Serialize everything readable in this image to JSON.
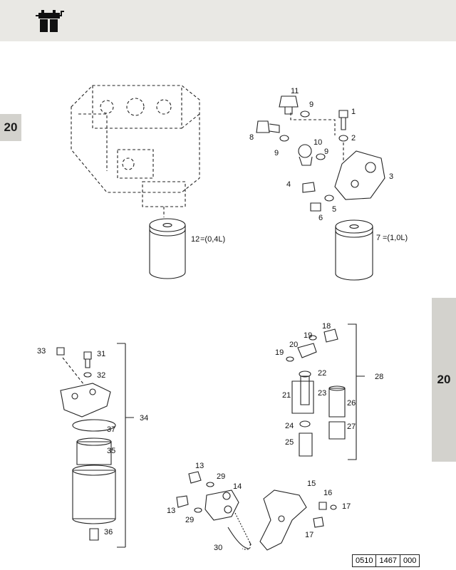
{
  "section": {
    "number": "20"
  },
  "logo": {
    "icon": "fuel-filter-logo-icon"
  },
  "upper_left": {
    "callout": {
      "num": "12",
      "volume": "=(0,4L)"
    }
  },
  "upper_right": {
    "callouts": [
      "11",
      "9",
      "1",
      "8",
      "10",
      "2",
      "9",
      "9",
      "3",
      "4",
      "5",
      "6"
    ],
    "volume_callout": {
      "num": "7",
      "volume": "=(1,0L)"
    }
  },
  "lower_left": {
    "callouts": [
      "33",
      "31",
      "32",
      "37",
      "35",
      "36"
    ],
    "group": "34"
  },
  "lower_right": {
    "callouts": [
      "18",
      "19",
      "20",
      "19",
      "22",
      "21",
      "23",
      "26",
      "24",
      "27",
      "25"
    ],
    "group": "28"
  },
  "lower_center": {
    "callouts": [
      "13",
      "29",
      "14",
      "15",
      "16",
      "17",
      "13",
      "29",
      "17",
      "30"
    ]
  },
  "reference": {
    "parts": [
      "0510",
      "1467",
      "000"
    ]
  }
}
